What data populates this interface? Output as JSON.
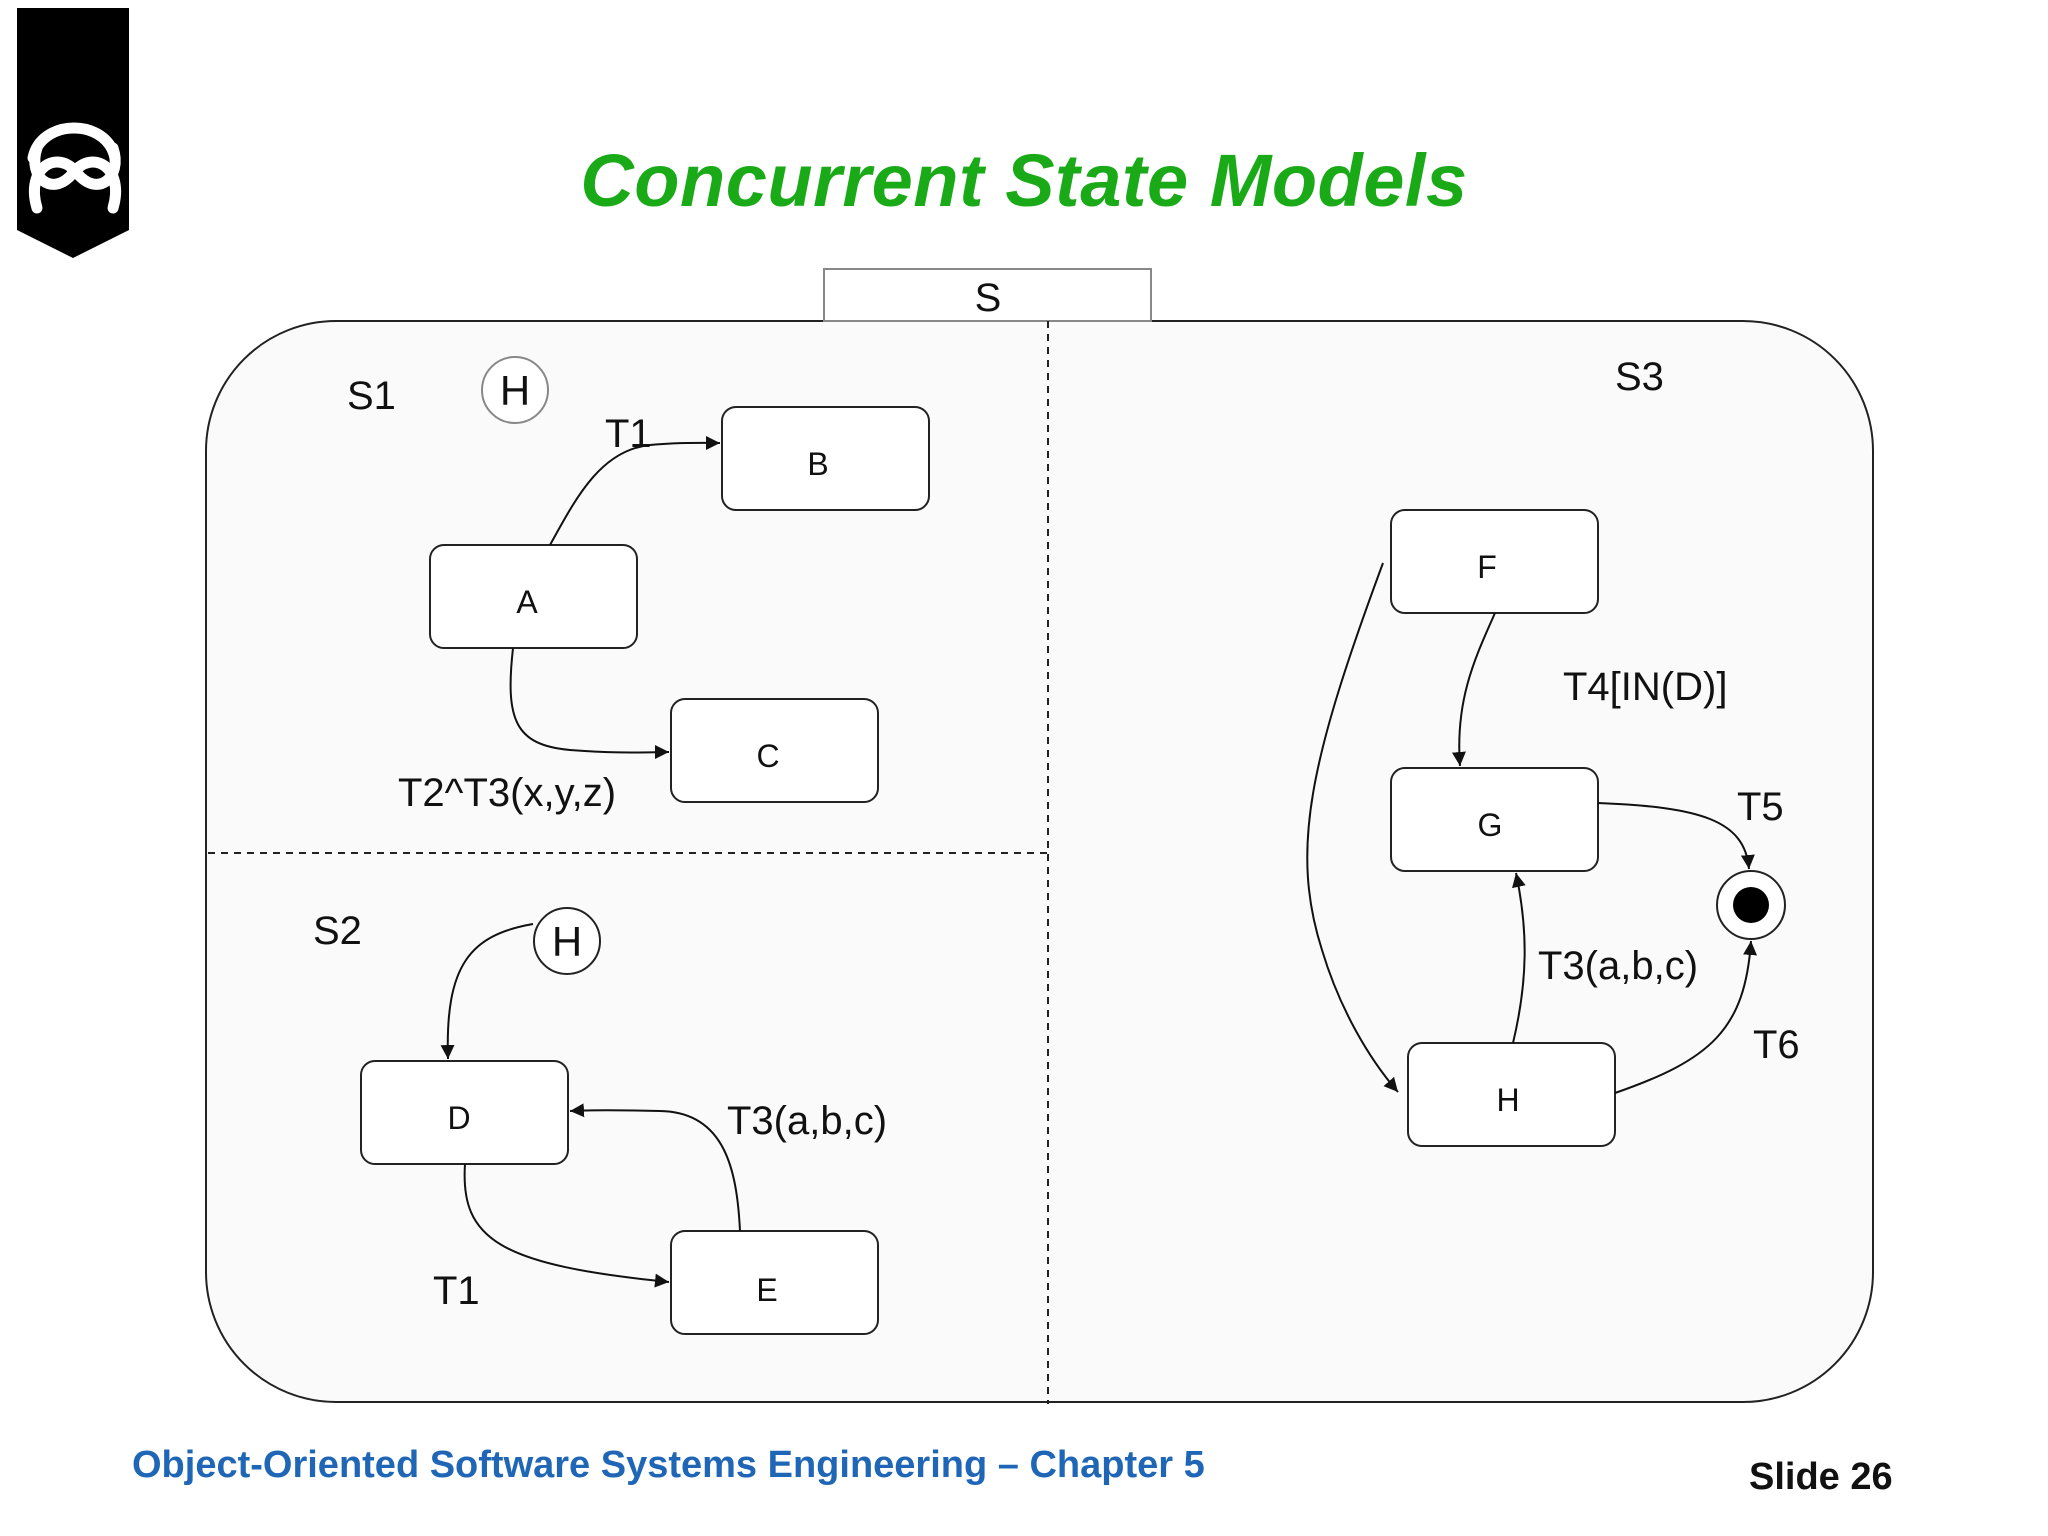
{
  "slide": {
    "title": "Concurrent State Models",
    "footer": "Object-Oriented Software Systems Engineering – Chapter 5",
    "slide_number": "Slide 26"
  },
  "diagram": {
    "superstate": "S",
    "regions": [
      {
        "name": "S1",
        "history": "H"
      },
      {
        "name": "S2",
        "history": "H"
      },
      {
        "name": "S3"
      }
    ],
    "states": {
      "a": "A",
      "b": "B",
      "c": "C",
      "d": "D",
      "e": "E",
      "f": "F",
      "g": "G",
      "h": "H"
    },
    "transitions": {
      "a_b": "T1",
      "a_c": "T2^T3(x,y,z)",
      "e_d": "T3(a,b,c)",
      "d_e": "T1",
      "f_g": "T4[IN(D)]",
      "h_g": "T3(a,b,c)",
      "g_final": "T5",
      "h_final": "T6"
    }
  }
}
